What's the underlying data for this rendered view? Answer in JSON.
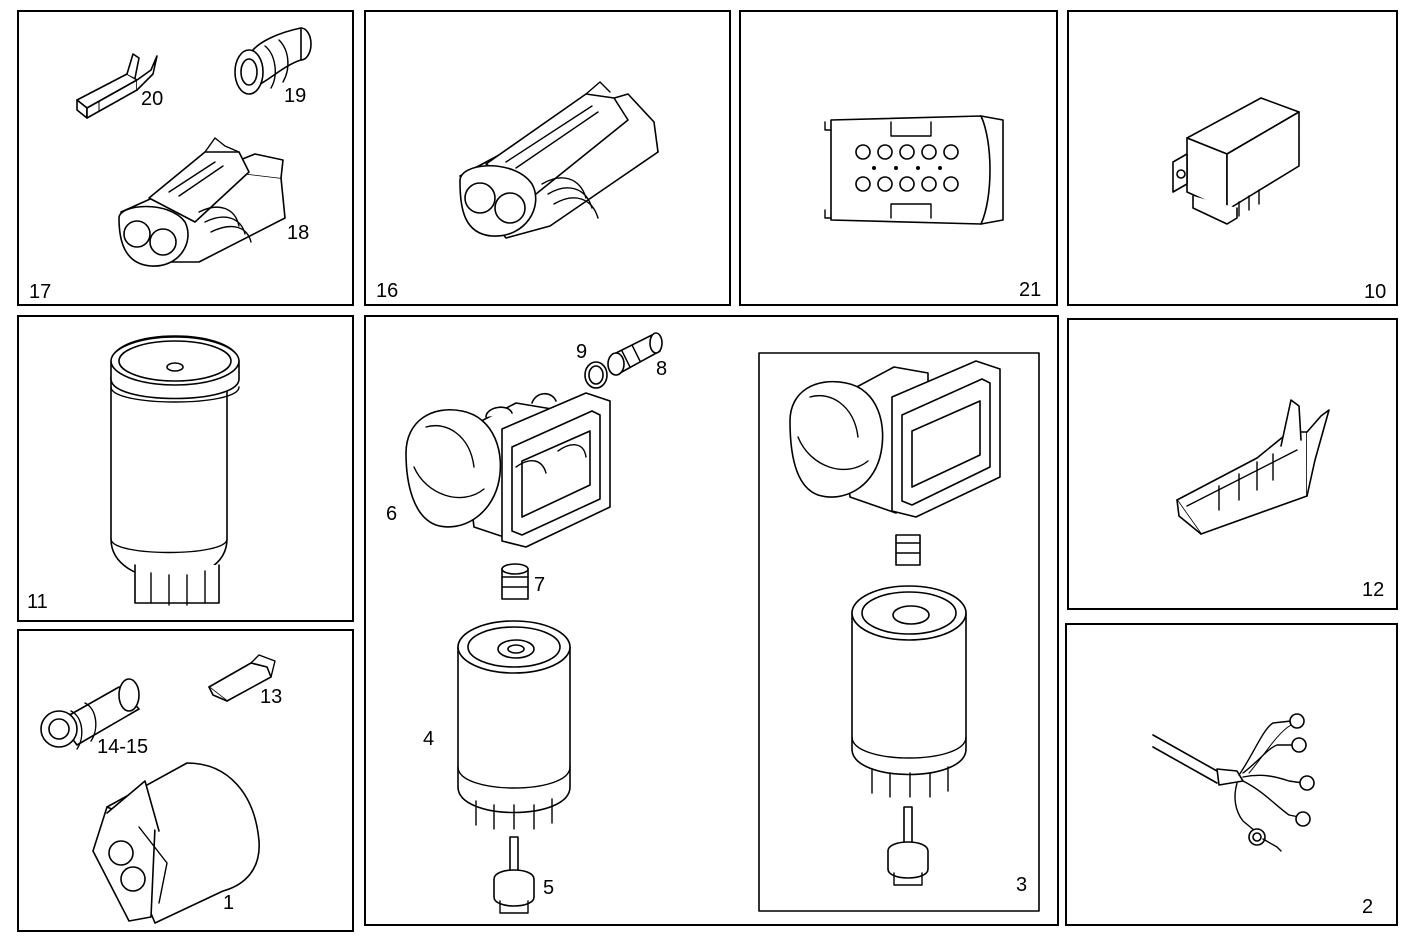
{
  "labels": {
    "p17": "17",
    "p20": "20",
    "p19": "19",
    "p18": "18",
    "p16": "16",
    "p21": "21",
    "p10": "10",
    "p11": "11",
    "p9": "9",
    "p8": "8",
    "p6": "6",
    "p7": "7",
    "p4": "4",
    "p5": "5",
    "p3": "3",
    "p12": "12",
    "p13": "13",
    "p1415": "14-15",
    "p1": "1",
    "p2": "2"
  }
}
